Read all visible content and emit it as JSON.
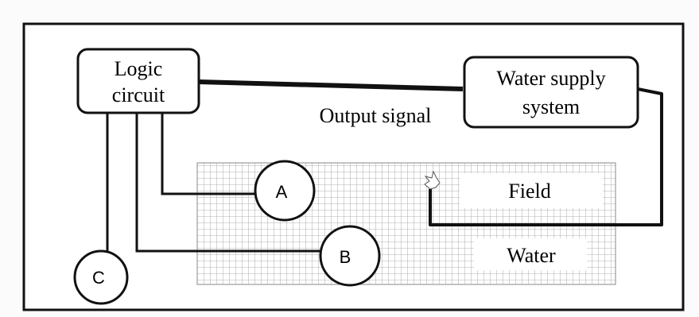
{
  "diagram": {
    "logic_circuit": {
      "line1": "Logic",
      "line2": "circuit"
    },
    "water_supply": {
      "line1": "Water supply",
      "line2": "system"
    },
    "output_signal": "Output signal",
    "field_label": "Field",
    "water_label": "Water",
    "sensors": {
      "a": "A",
      "b": "B",
      "c": "C"
    }
  }
}
